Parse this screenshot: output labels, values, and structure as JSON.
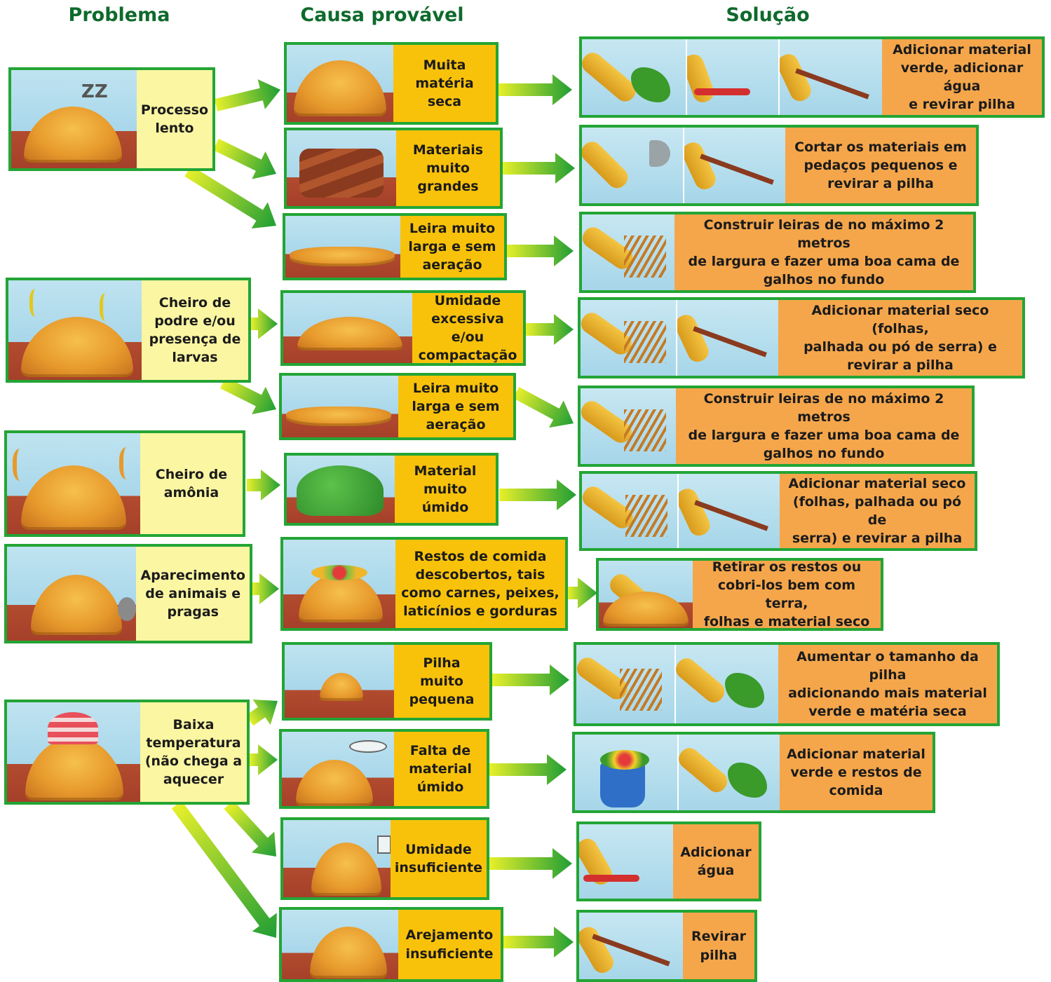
{
  "headers": {
    "problem": "Problema",
    "cause": "Causa provável",
    "solution": "Solução"
  },
  "problems": [
    {
      "id": "p1",
      "text": "Processo lento",
      "lines": [
        "Processo",
        "lento"
      ]
    },
    {
      "id": "p2",
      "text": "Cheiro de podre e/ou presença de larvas",
      "lines": [
        "Cheiro de",
        "podre e/ou",
        "presença de",
        "larvas"
      ]
    },
    {
      "id": "p3",
      "text": "Cheiro de amônia",
      "lines": [
        "Cheiro de",
        "amônia"
      ]
    },
    {
      "id": "p4",
      "text": "Aparecimento de animais e pragas",
      "lines": [
        "Aparecimento",
        "de animais e",
        "pragas"
      ]
    },
    {
      "id": "p5",
      "text": "Baixa temperatura (não chega a aquecer",
      "lines": [
        "Baixa",
        "temperatura",
        "(não chega a",
        "aquecer"
      ]
    }
  ],
  "causes": [
    {
      "id": "c1",
      "lines": [
        "Muita",
        "matéria",
        "seca"
      ]
    },
    {
      "id": "c2",
      "lines": [
        "Materiais",
        "muito",
        "grandes"
      ]
    },
    {
      "id": "c3",
      "lines": [
        "Leira muito",
        "larga e sem",
        "aeração"
      ]
    },
    {
      "id": "c4",
      "lines": [
        "Umidade",
        "excessiva e/ou",
        "compactação"
      ]
    },
    {
      "id": "c5",
      "lines": [
        "Leira muito",
        "larga e sem",
        "aeração"
      ]
    },
    {
      "id": "c6",
      "lines": [
        "Material",
        "muito úmido"
      ]
    },
    {
      "id": "c7",
      "lines": [
        "Restos de comida",
        "descobertos, tais",
        "como carnes, peixes,",
        "laticínios e gorduras"
      ]
    },
    {
      "id": "c8",
      "lines": [
        "Pilha",
        "muito",
        "pequena"
      ]
    },
    {
      "id": "c9",
      "lines": [
        "Falta de",
        "material",
        "úmido"
      ]
    },
    {
      "id": "c10",
      "lines": [
        "Umidade",
        "insuficiente"
      ]
    },
    {
      "id": "c11",
      "lines": [
        "Arejamento",
        "insuficiente"
      ]
    }
  ],
  "solutions": [
    {
      "id": "s1",
      "lines": [
        "Adicionar material",
        "verde, adicionar água",
        "e revirar pilha"
      ],
      "icons": [
        "green-material-icon",
        "water-hose-icon",
        "pitchfork-icon"
      ]
    },
    {
      "id": "s2",
      "lines": [
        "Cortar os materiais em",
        "pedaços pequenos e",
        "revirar a pilha"
      ],
      "icons": [
        "axe-icon",
        "pitchfork-icon"
      ]
    },
    {
      "id": "s3",
      "lines": [
        "Construir leiras de no máximo 2 metros",
        "de largura e fazer uma boa cama de",
        "galhos no fundo"
      ],
      "icons": [
        "branches-icon"
      ]
    },
    {
      "id": "s4",
      "lines": [
        "Adicionar material seco (folhas,",
        "palhada ou pó de serra) e",
        "revirar a pilha"
      ],
      "icons": [
        "branches-icon",
        "pitchfork-icon"
      ]
    },
    {
      "id": "s5",
      "lines": [
        "Construir leiras de no máximo 2 metros",
        "de largura e fazer uma boa cama de",
        "galhos no fundo"
      ],
      "icons": [
        "branches-icon"
      ]
    },
    {
      "id": "s6",
      "lines": [
        "Adicionar material seco",
        "(folhas, palhada ou pó de",
        "serra) e revirar a pilha"
      ],
      "icons": [
        "branches-icon",
        "pitchfork-icon"
      ]
    },
    {
      "id": "s7",
      "lines": [
        "Retirar os restos ou",
        "cobri-los bem com terra,",
        "folhas e material seco"
      ],
      "icons": [
        "covering-hand-icon"
      ]
    },
    {
      "id": "s8",
      "lines": [
        "Aumentar o tamanho da pilha",
        "adicionando mais material",
        "verde e matéria seca"
      ],
      "icons": [
        "branches-icon",
        "green-material-icon"
      ]
    },
    {
      "id": "s9",
      "lines": [
        "Adicionar material",
        "verde e restos de",
        "comida"
      ],
      "icons": [
        "food-scraps-bucket-icon",
        "green-material-icon"
      ]
    },
    {
      "id": "s10",
      "lines": [
        "Adicionar",
        "água"
      ],
      "icons": [
        "water-hose-icon"
      ]
    },
    {
      "id": "s11",
      "lines": [
        "Revirar",
        "pilha"
      ],
      "icons": [
        "pitchfork-icon"
      ]
    }
  ],
  "colors": {
    "border": "#23a535",
    "header": "#0e6a2c",
    "problem_bg": "#fbf6a2",
    "cause_bg": "#f9c20a",
    "solution_bg": "#f5a64b"
  }
}
